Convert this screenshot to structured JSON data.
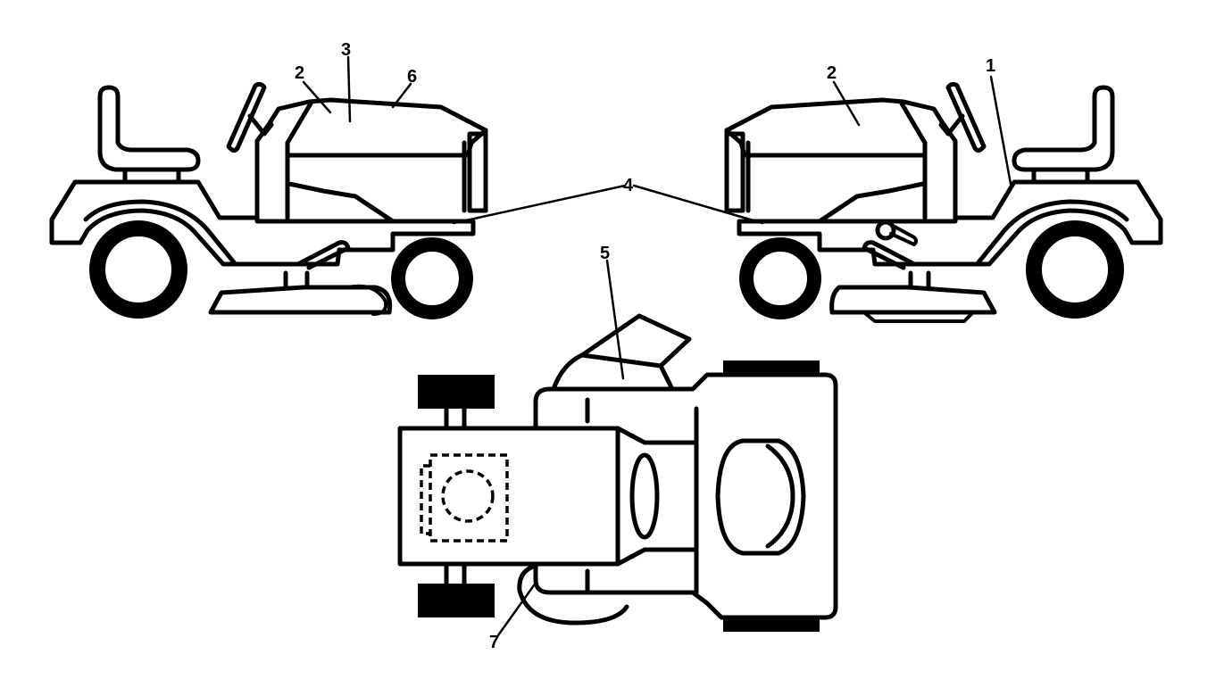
{
  "callouts": [
    {
      "id": "1",
      "label": "1"
    },
    {
      "id": "2-left",
      "label": "2"
    },
    {
      "id": "2-right",
      "label": "2"
    },
    {
      "id": "3",
      "label": "3"
    },
    {
      "id": "4",
      "label": "4"
    },
    {
      "id": "5",
      "label": "5"
    },
    {
      "id": "6",
      "label": "6"
    },
    {
      "id": "7",
      "label": "7"
    }
  ]
}
